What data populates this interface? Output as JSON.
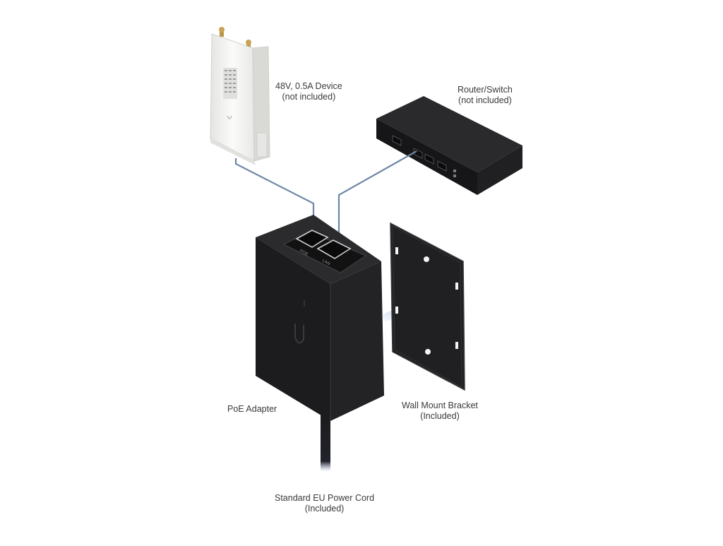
{
  "labels": {
    "device": {
      "line1": "48V, 0.5A Device",
      "line2": "(not included)"
    },
    "router": {
      "line1": "Router/Switch",
      "line2": "(not included)"
    },
    "adapter": {
      "line1": "PoE Adapter"
    },
    "bracket": {
      "line1": "Wall Mount Bracket",
      "line2": "(Included)"
    },
    "cord": {
      "line1": "Standard EU Power Cord",
      "line2": "(Included)"
    }
  },
  "ports": {
    "poe": "POE",
    "lan": "LAN"
  },
  "colors": {
    "cable": "#6e87a6",
    "adapter_body": "#1d1d1f",
    "bracket": "#1f1f21",
    "device_body": "#f3f3f1",
    "arrow": "#7f9fd6"
  },
  "icons": {
    "brand": "ubiquiti-u-logo-icon",
    "arrow": "mount-direction-arrow-icon"
  }
}
